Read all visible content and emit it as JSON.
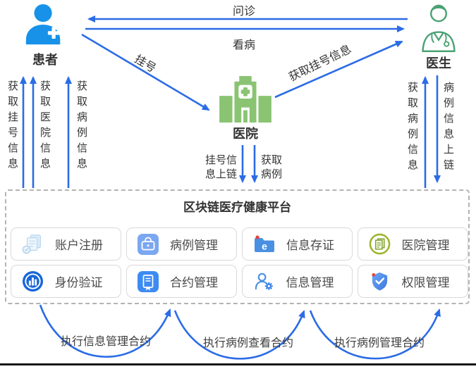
{
  "actors": {
    "patient": {
      "label": "患者",
      "icon": "patient-icon"
    },
    "hospital": {
      "label": "医院",
      "icon": "hospital-icon"
    },
    "doctor": {
      "label": "医生",
      "icon": "doctor-icon"
    }
  },
  "flows": {
    "inquiry": "问诊",
    "consult": "看病",
    "register": "挂号",
    "doctor_get_register_info": "获取挂号信息",
    "patient_get_register_info": "获取挂号信息",
    "patient_get_hospital_info": "获取医院信息",
    "patient_get_case_info": "获取病例信息",
    "register_info_onchain": "挂号信息上链",
    "hospital_get_case": "获取病例",
    "doctor_get_case_info": "获取病例信息",
    "case_info_onchain": "病例信息上链"
  },
  "platform": {
    "title": "区块链医疗健康平台",
    "modules": [
      {
        "label": "账户注册",
        "icon": "documents-icon"
      },
      {
        "label": "病例管理",
        "icon": "medical-bag-icon"
      },
      {
        "label": "信息存证",
        "icon": "folder-e-icon"
      },
      {
        "label": "医院管理",
        "icon": "green-document-icon"
      },
      {
        "label": "身份验证",
        "icon": "bar-chart-circle-icon"
      },
      {
        "label": "合约管理",
        "icon": "contract-document-icon"
      },
      {
        "label": "信息管理",
        "icon": "user-gear-icon"
      },
      {
        "label": "权限管理",
        "icon": "shield-check-icon"
      }
    ]
  },
  "contracts": [
    "执行信息管理合约",
    "执行病例查看合约",
    "执行病例管理合约"
  ],
  "colors": {
    "arrow": "#2b6ce6",
    "patient_blue": "#1792e8",
    "hospital_green": "#8ac473",
    "doctor_green": "#4aa273",
    "text": "#333333"
  }
}
